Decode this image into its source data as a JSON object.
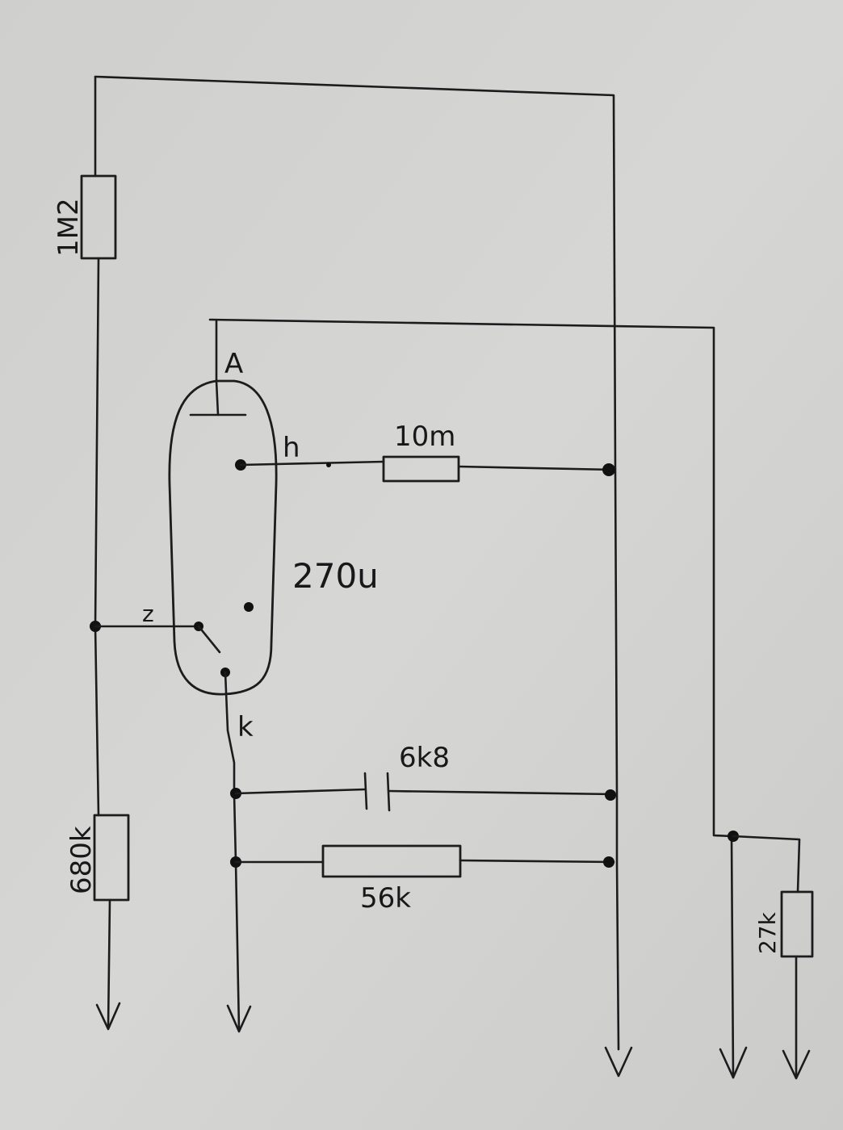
{
  "labels": {
    "r_top_left": "1M2",
    "r_bottom_left": "680k",
    "r_heater": "10m",
    "tube_value": "270u",
    "cap": "6k8",
    "r_cathode": "56k",
    "r_right": "27k",
    "pin_anode": "A",
    "pin_heater": "h",
    "pin_z": "z",
    "pin_cathode": "k"
  },
  "colors": {
    "paper": "#d2d2d0",
    "ink": "#1c1c1e"
  }
}
